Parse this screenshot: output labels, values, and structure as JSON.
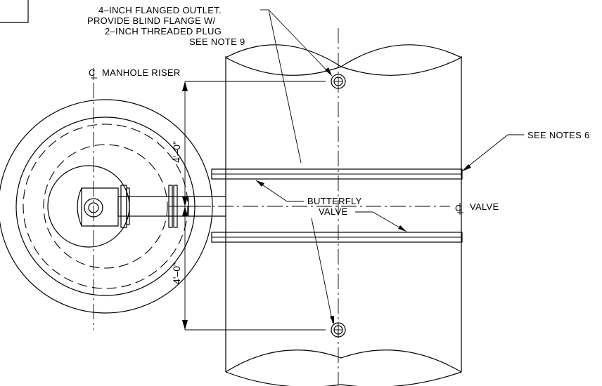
{
  "callouts": {
    "outlet_line1": "4–INCH FLANGED OUTLET.",
    "outlet_line2": "PROVIDE BLIND FLANGE W/",
    "outlet_line3": "2–INCH THREADED PLUG",
    "outlet_line4": "SEE NOTE 9",
    "manhole_riser": "MANHOLE RISER",
    "see_notes": "SEE NOTES 6",
    "butterfly_line1": "BUTTERFLY",
    "butterfly_line2": "VALVE",
    "valve_centerline": "VALVE"
  },
  "dimensions": {
    "upper": "4'–0\"",
    "lower": "4'–0\""
  }
}
